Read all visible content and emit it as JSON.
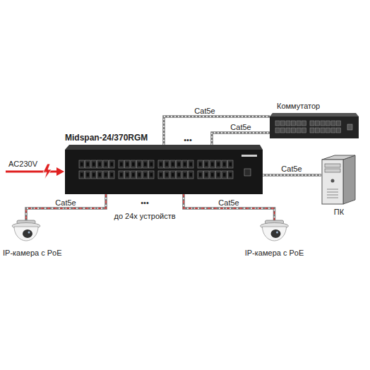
{
  "diagram": {
    "nodes": [
      {
        "text": [
          "Коммутатор"
        ]
      },
      {
        "text": [
          "Midspan-24/370RGM"
        ]
      },
      {
        "text": [
          "ПК"
        ]
      },
      {
        "text": [
          "IP-камера с PoE"
        ]
      },
      {
        "text": [
          "IP-камера с PoE"
        ]
      }
    ],
    "edges": [
      {
        "from": 1,
        "to": 0,
        "label": "Cat5e",
        "arrow": "none"
      },
      {
        "from": 1,
        "to": 0,
        "label": "Cat5e",
        "arrow": "none"
      },
      {
        "from": 1,
        "to": 2,
        "label": "Cat5e",
        "arrow": "none"
      },
      {
        "from": 1,
        "to": 3,
        "label": "Cat5e",
        "arrow": "none"
      },
      {
        "from": 1,
        "to": 4,
        "label": "Cat5e",
        "arrow": "none"
      }
    ],
    "labels": [
      "AC230V",
      "•••",
      "•••",
      "до 24х устройств"
    ]
  }
}
